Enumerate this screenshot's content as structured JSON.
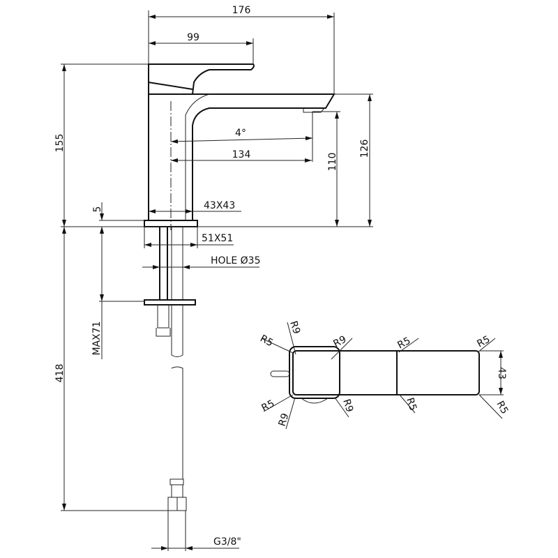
{
  "drawing": {
    "side_view": {
      "overall_length": "176",
      "handle_length": "99",
      "total_height": "155",
      "spout_angle": "4°",
      "spout_reach": "134",
      "outlet_height": "110",
      "spout_top_height": "126",
      "body_section": "43X43",
      "base_thickness": "5",
      "base_plate": "51X51",
      "hole": "HOLE Ø35",
      "max_deck": "MAX71",
      "hose_length": "418",
      "connection": "G3/8\""
    },
    "top_view": {
      "width": "43",
      "radii": [
        "R5",
        "R9",
        "R9",
        "R5",
        "R5",
        "R5",
        "R9",
        "R9",
        "R5",
        "R5"
      ]
    }
  }
}
